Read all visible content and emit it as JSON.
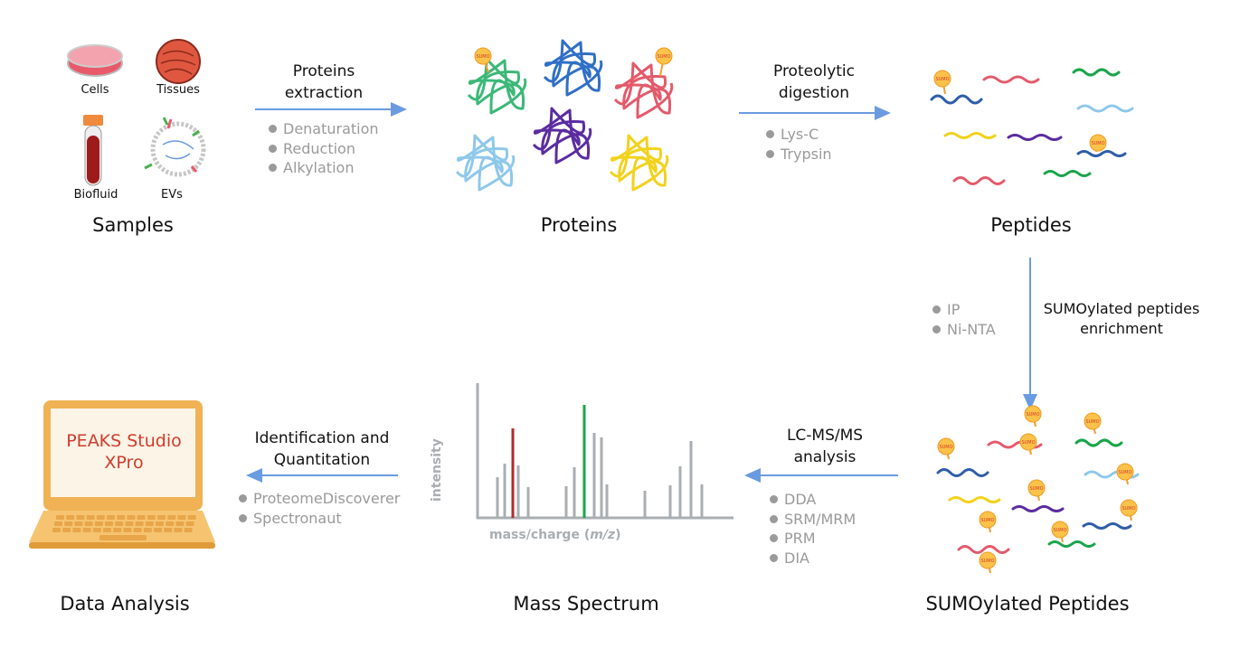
{
  "stages": {
    "samples": "Samples",
    "proteins": "Proteins",
    "peptides": "Peptides",
    "sumo_peptides": "SUMOylated Peptides",
    "mass_spectrum": "Mass Spectrum",
    "data_analysis": "Data Analysis"
  },
  "sample_types": [
    "Cells",
    "Tissues",
    "Biofluid",
    "EVs"
  ],
  "steps": {
    "extraction": {
      "label": [
        "Proteins",
        "extraction"
      ],
      "bullets": [
        "Denaturation",
        "Reduction",
        "Alkylation"
      ]
    },
    "digestion": {
      "label": [
        "Proteolytic",
        "digestion"
      ],
      "bullets": [
        "Lys-C",
        "Trypsin"
      ]
    },
    "enrichment": {
      "label": [
        "SUMOylated peptides",
        "enrichment"
      ],
      "bullets": [
        "IP",
        "Ni-NTA"
      ]
    },
    "lcms": {
      "label": [
        "LC-MS/MS",
        "analysis"
      ],
      "bullets": [
        "DDA",
        "SRM/MRM",
        "PRM",
        "DIA"
      ]
    },
    "identification": {
      "label": [
        "Identification and",
        "Quantitation"
      ],
      "bullets": [
        "ProteomeDiscoverer",
        "Spectronaut"
      ]
    }
  },
  "spectrum": {
    "ylabel": "intensity",
    "xlabel_prefix": "mass/charge (",
    "xlabel_var": "m/z",
    "xlabel_suffix": ")"
  },
  "laptop_screen": [
    "PEAKS Studio",
    "XPro"
  ],
  "sumo_label": "SUMO",
  "colors": {
    "arrow": "#6a9be0",
    "bullet": "#9a9a9a",
    "laptop": "#f0b254",
    "screen_text": "#d13b2c",
    "peak_red": "#b22a2a",
    "peak_green": "#1aa54a",
    "peak_gray": "#a9aeb2"
  }
}
